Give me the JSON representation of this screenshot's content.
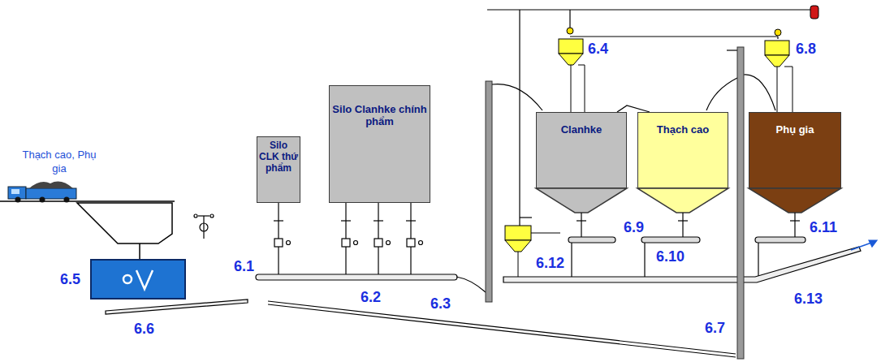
{
  "diagram": {
    "nodes": [
      {
        "text": [
          "Silo CLK thứ phẩm"
        ]
      },
      {
        "text": [
          "Silo Clanhke chính phẩm"
        ]
      },
      {
        "text": [
          "Clanhke"
        ]
      },
      {
        "text": [
          "Thạch cao"
        ]
      },
      {
        "text": [
          "Phụ gia"
        ]
      }
    ],
    "labels": [
      "Thạch cao, Phụ gia",
      "6.5",
      "6.6",
      "6.1",
      "6.2",
      "6.3",
      "6.4",
      "6.12",
      "6.9",
      "6.10",
      "6.8",
      "6.11",
      "6.13",
      "6.7"
    ]
  }
}
